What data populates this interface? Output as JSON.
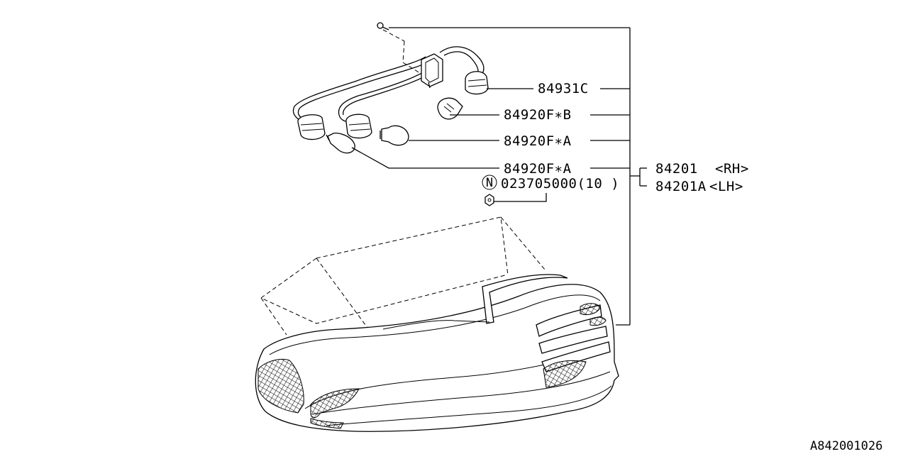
{
  "callouts": {
    "harness": "84931C",
    "bulb_b": "84920F∗B",
    "bulb_a1": "84920F∗A",
    "bulb_a2": "84920F∗A",
    "nut": "023705000(10 )",
    "nut_marker": "N"
  },
  "assembly": {
    "rh_part": "84201",
    "rh_side": "<RH>",
    "lh_part": "84201A",
    "lh_side": "<LH>"
  },
  "drawing_ref": "A842001026",
  "colors": {
    "line": "#000000",
    "background": "#ffffff"
  }
}
